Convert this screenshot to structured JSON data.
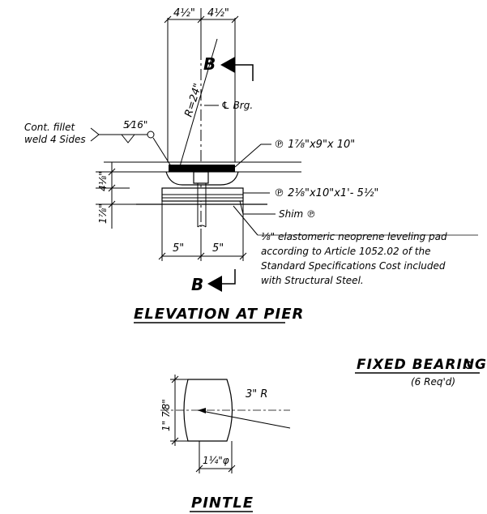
{
  "elevation": {
    "dim_top_left": "4½\"",
    "dim_top_right": "4½\"",
    "section_mark_letter": "B",
    "radius_label": "R=24\"",
    "cl_brg_label": "℄ Brg.",
    "weld_note_line1": "Cont. fillet",
    "weld_note_line2": "weld 4 Sides",
    "weld_size": "5⁄16\"",
    "plate_top_label": "℗ 1⅞\"x9\"x 10\"",
    "plate_bottom_label": "℗ 2⅛\"x10\"x1'- 5½\"",
    "shim_label": "Shim ℗",
    "dim_left_upper": "4⅛\"",
    "dim_left_lower": "1⅞\"",
    "dim_bottom_left": "5\"",
    "dim_bottom_right": "5\"",
    "pad_note_lines": [
      "⅛\" elastomeric neoprene leveling pad",
      "according to Article 1052.02 of the",
      "Standard Specifications Cost included",
      "with Structural Steel."
    ],
    "title": "ELEVATION AT PIER"
  },
  "fixed_bearing": {
    "title": "FIXED BEARING",
    "symbol": "⊙",
    "subtitle": "(6 Req'd)"
  },
  "pintle": {
    "radius_label": "3\" R",
    "dim_height": "1\" 7⁄8\"",
    "dim_width": "1¼\"φ",
    "title": "PINTLE"
  }
}
